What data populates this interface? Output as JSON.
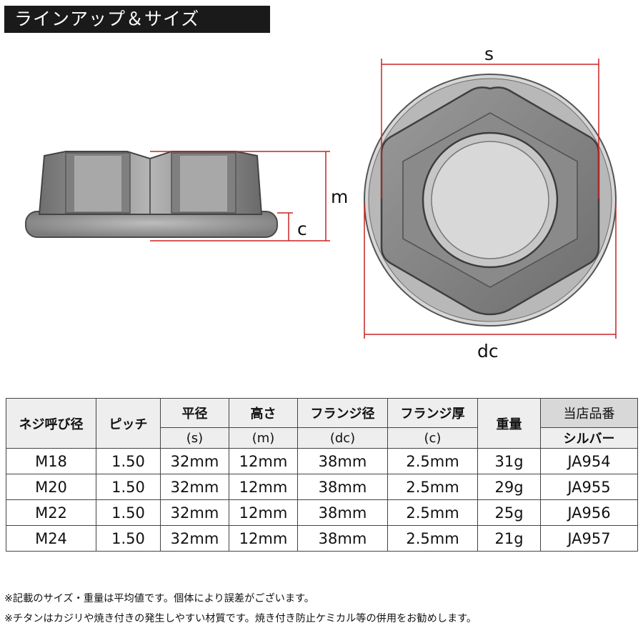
{
  "header": {
    "title": "ラインアップ＆サイズ"
  },
  "diagram": {
    "labels": {
      "s": "s",
      "m": "m",
      "c": "c",
      "dc": "dc"
    },
    "dimension_line_color": "#cc2222",
    "part_color": "#888888"
  },
  "table": {
    "headers": {
      "thread": "ネジ呼び径",
      "pitch": "ピッチ",
      "width": "平径",
      "width_sub": "(s)",
      "height": "高さ",
      "height_sub": "(m)",
      "flange_dia": "フランジ径",
      "flange_dia_sub": "(dc)",
      "flange_thk": "フランジ厚",
      "flange_thk_sub": "(c)",
      "weight": "重量",
      "shop_no": "当店品番",
      "silver": "シルバー"
    },
    "rows": [
      {
        "thread": "M18",
        "pitch": "1.50",
        "width": "32mm",
        "height": "12mm",
        "flange_dia": "38mm",
        "flange_thk": "2.5mm",
        "weight": "31g",
        "code": "JA954"
      },
      {
        "thread": "M20",
        "pitch": "1.50",
        "width": "32mm",
        "height": "12mm",
        "flange_dia": "38mm",
        "flange_thk": "2.5mm",
        "weight": "29g",
        "code": "JA955"
      },
      {
        "thread": "M22",
        "pitch": "1.50",
        "width": "32mm",
        "height": "12mm",
        "flange_dia": "38mm",
        "flange_thk": "2.5mm",
        "weight": "25g",
        "code": "JA956"
      },
      {
        "thread": "M24",
        "pitch": "1.50",
        "width": "32mm",
        "height": "12mm",
        "flange_dia": "38mm",
        "flange_thk": "2.5mm",
        "weight": "21g",
        "code": "JA957"
      }
    ]
  },
  "notes": [
    "※記載のサイズ・重量は平均値です。個体により誤差がございます。",
    "※チタンはカジリや焼き付きの発生しやすい材質です。焼き付き防止ケミカル等の併用をお勧めします。"
  ]
}
